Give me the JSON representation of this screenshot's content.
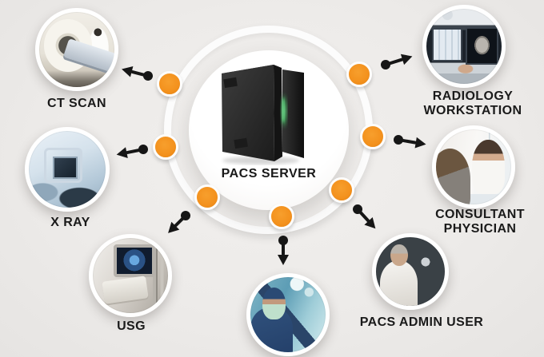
{
  "diagram": {
    "title_implied": "PACS network diagram",
    "background_color": "#EDEBE9",
    "accent_color": "#F3911D",
    "arrow_color": "#161616",
    "ring_color": "#FCFCFC",
    "center": {
      "label": "PACS SERVER",
      "icon": "server-tower-icon",
      "led_color": "#5BC878"
    },
    "nodes": [
      {
        "id": "ct-scan",
        "label": "CT SCAN",
        "photo": "ct-scanner-photo"
      },
      {
        "id": "x-ray",
        "label": "X RAY",
        "photo": "x-ray-machine-photo"
      },
      {
        "id": "usg",
        "label": "USG",
        "photo": "ultrasound-machine-photo"
      },
      {
        "id": "operating-room-staff",
        "label": "",
        "photo": "surgeon-photo"
      },
      {
        "id": "pacs-admin-user",
        "label": "PACS ADMIN USER",
        "photo": "admin-at-workstation-photo"
      },
      {
        "id": "consultant-physician",
        "label": "CONSULTANT PHYSICIAN",
        "photo": "doctor-with-patient-photo"
      },
      {
        "id": "radiology-workstation",
        "label": "RADIOLOGY WORKSTATION",
        "photo": "radiology-monitors-photo"
      }
    ]
  }
}
